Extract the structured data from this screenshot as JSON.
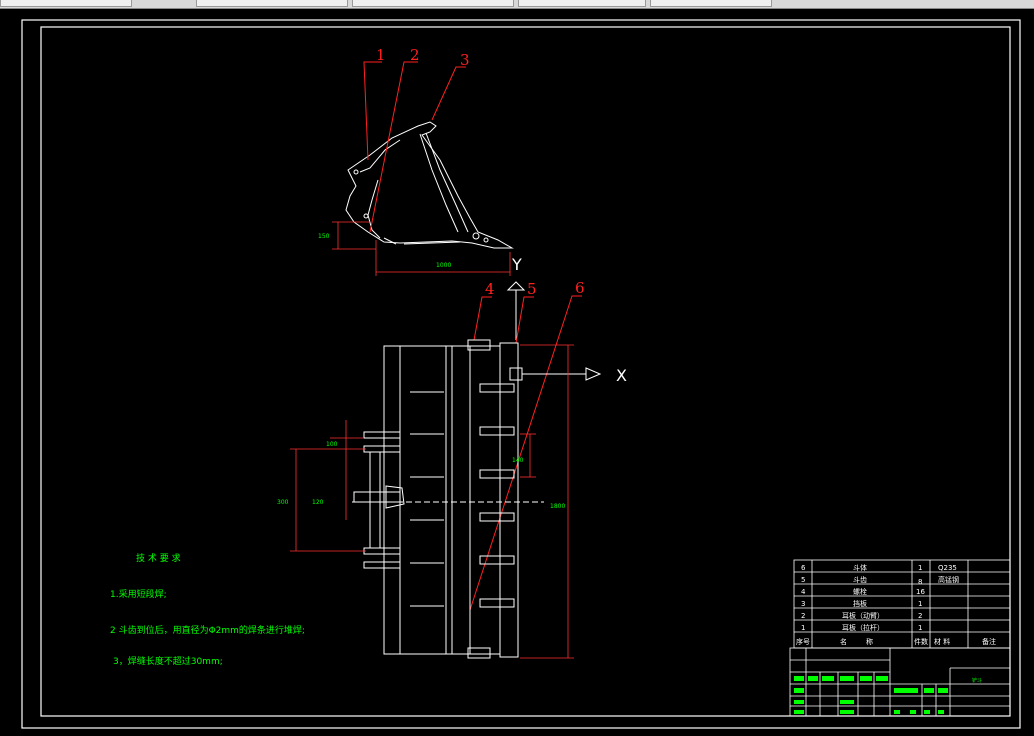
{
  "tech_requirements": {
    "title": "技 术 要 求",
    "items": [
      "1.采用短段焊;",
      "2 斗齿到位后，用直径为Φ2mm的焊条进行堆焊;",
      "3，焊缝长度不超过30mm;"
    ]
  },
  "leaders": [
    "1",
    "2",
    "3",
    "4",
    "5",
    "6"
  ],
  "axes": {
    "x_label": "X",
    "y_label": "Y"
  },
  "bom": {
    "header": [
      "序号",
      "名",
      "称",
      "件数",
      "材 料",
      "备注"
    ],
    "rows": [
      {
        "no": "6",
        "name": "斗体",
        "qty": "1",
        "material": "Q235",
        "note": ""
      },
      {
        "no": "5",
        "name": "斗齿",
        "qty": "8",
        "material": "高锰钢",
        "note": ""
      },
      {
        "no": "4",
        "name": "螺栓",
        "qty": "16",
        "material": "",
        "note": ""
      },
      {
        "no": "3",
        "name": "挡板",
        "qty": "1",
        "material": "",
        "note": ""
      },
      {
        "no": "2",
        "name": "耳板（动臂）",
        "qty": "2",
        "material": "",
        "note": ""
      },
      {
        "no": "1",
        "name": "耳板（拉杆）",
        "qty": "1",
        "material": "",
        "note": ""
      }
    ],
    "drawing_name": "铲斗"
  }
}
